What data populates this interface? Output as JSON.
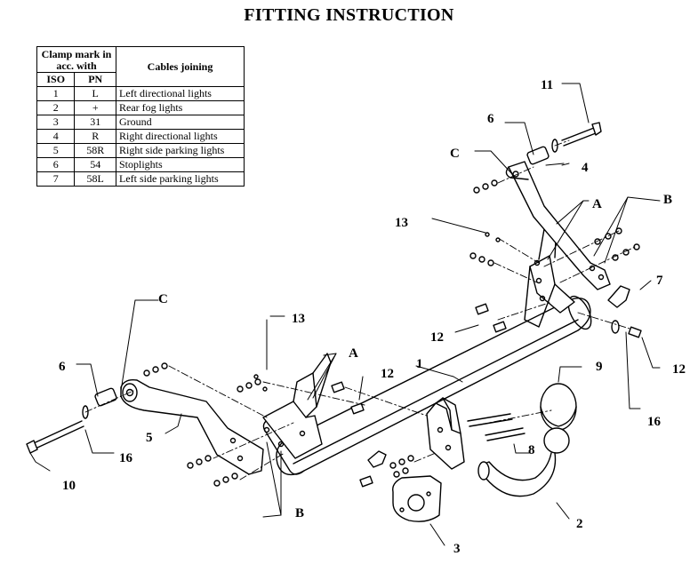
{
  "title": "FITTING INSTRUCTION",
  "wiring_table": {
    "header_mark": "Clamp mark in acc. with",
    "header_iso": "ISO",
    "header_pn": "PN",
    "header_cables": "Cables joining",
    "rows": [
      {
        "iso": "1",
        "pn": "L",
        "cable": "Left directional lights"
      },
      {
        "iso": "2",
        "pn": "+",
        "cable": "Rear fog lights"
      },
      {
        "iso": "3",
        "pn": "31",
        "cable": "Ground"
      },
      {
        "iso": "4",
        "pn": "R",
        "cable": "Right directional lights"
      },
      {
        "iso": "5",
        "pn": "58R",
        "cable": "Right side parking lights"
      },
      {
        "iso": "6",
        "pn": "54",
        "cable": "Stoplights"
      },
      {
        "iso": "7",
        "pn": "58L",
        "cable": "Left side parking lights"
      }
    ]
  },
  "callouts": {
    "c1": "1",
    "c2": "2",
    "c3": "3",
    "c4": "4",
    "c5": "5",
    "c6_left": "6",
    "c6_right": "6",
    "c7": "7",
    "c8": "8",
    "c9": "9",
    "c10": "10",
    "c11": "11",
    "c12_a": "12",
    "c12_b": "12",
    "c12_c": "12",
    "c13_a": "13",
    "c13_b": "13",
    "c16_a": "16",
    "c16_b": "16",
    "a_left": "A",
    "a_right": "A",
    "b_left": "B",
    "b_right": "B",
    "c_left": "C",
    "c_right": "C"
  }
}
